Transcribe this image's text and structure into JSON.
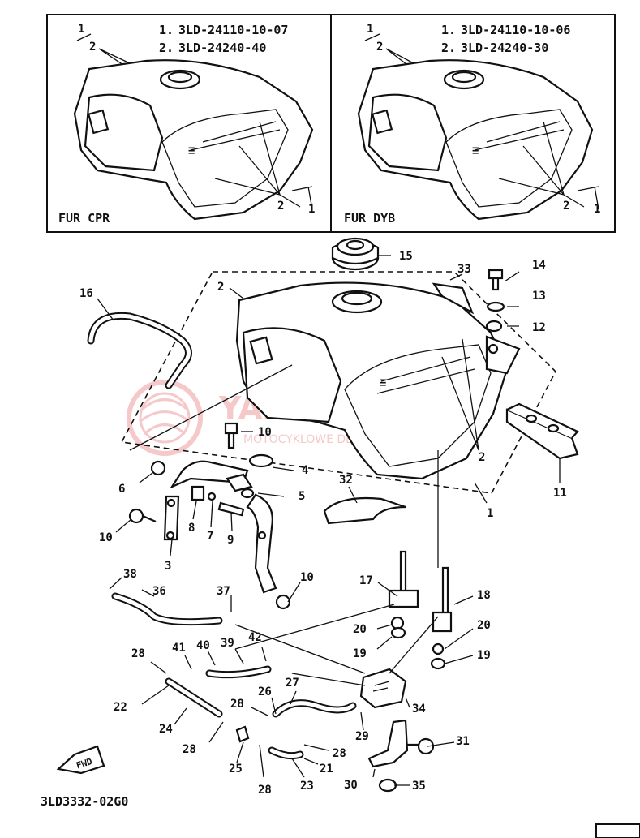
{
  "insets": [
    {
      "variant": "FUR CPR",
      "parts": [
        {
          "no": "1.",
          "code": "3LD-24110-10-07"
        },
        {
          "no": "2.",
          "code": "3LD-24240-40"
        }
      ]
    },
    {
      "variant": "FUR DYB",
      "parts": [
        {
          "no": "1.",
          "code": "3LD-24110-10-06"
        },
        {
          "no": "2.",
          "code": "3LD-24240-30"
        }
      ]
    }
  ],
  "inset_callouts": {
    "one": "1",
    "two": "2"
  },
  "callouts": {
    "c1": "1",
    "c2a": "2",
    "c2b": "2",
    "c3": "3",
    "c4": "4",
    "c5": "5",
    "c6": "6",
    "c7": "7",
    "c8": "8",
    "c9": "9",
    "c10a": "10",
    "c10b": "10",
    "c10c": "10",
    "c11": "11",
    "c12": "12",
    "c13": "13",
    "c14": "14",
    "c15": "15",
    "c16": "16",
    "c17": "17",
    "c18": "18",
    "c19a": "19",
    "c19b": "19",
    "c20a": "20",
    "c20b": "20",
    "c21": "21",
    "c22": "22",
    "c23": "23",
    "c24": "24",
    "c25": "25",
    "c26": "26",
    "c27": "27",
    "c28a": "28",
    "c28b": "28",
    "c28c": "28",
    "c28d": "28",
    "c28e": "28",
    "c29": "29",
    "c30": "30",
    "c31": "31",
    "c32": "32",
    "c33": "33",
    "c34": "34",
    "c35": "35",
    "c36": "36",
    "c37": "37",
    "c38": "38",
    "c39": "39",
    "c40": "40",
    "c41": "41",
    "c42": "42"
  },
  "fwd_label": "FWD",
  "diagram_code": "3LD3332-02G0",
  "watermark": {
    "title": "YAMASKLEP.PL",
    "subtitle": "MOTOCYKLOWE DEALERY YAMAHA"
  }
}
